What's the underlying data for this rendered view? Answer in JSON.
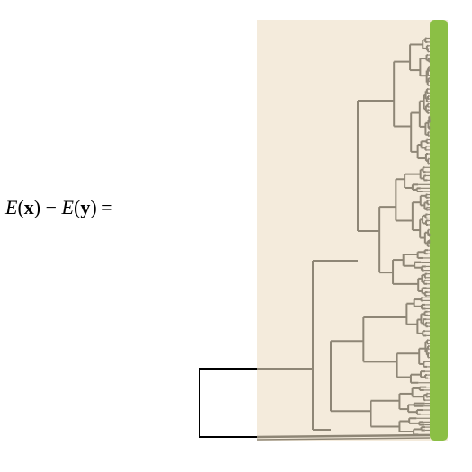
{
  "equation": {
    "lhs_a_symbol": "E",
    "lhs_a_open": "(",
    "lhs_a_var": "x",
    "lhs_a_close": ")",
    "operator": " − ",
    "lhs_b_symbol": "E",
    "lhs_b_open": "(",
    "lhs_b_var": "y",
    "lhs_b_close": ")",
    "equals": " ="
  },
  "colors": {
    "panel_background": "#f4ebdc",
    "tree_branches": "#8e8676",
    "leaf_bar": "#8bbf45",
    "bracket": "#000000",
    "text": "#000000"
  }
}
